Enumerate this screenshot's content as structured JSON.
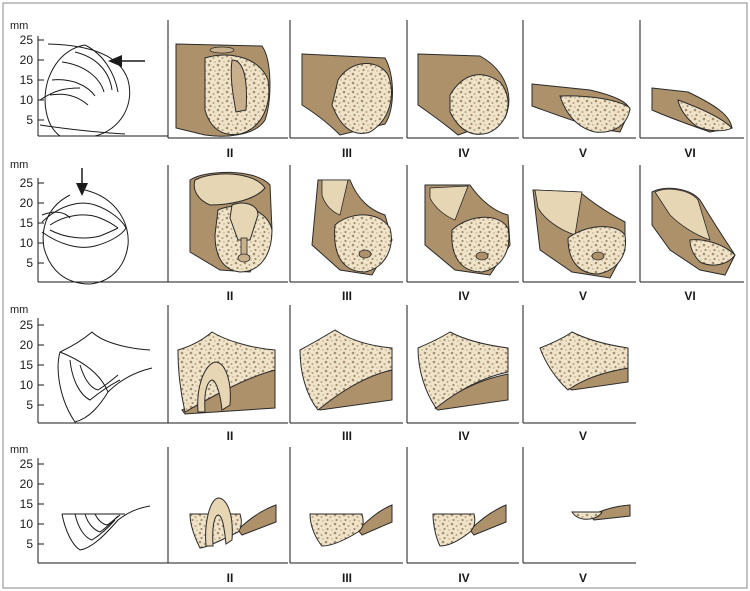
{
  "axis": {
    "unit": "mm",
    "ticks": [
      "25",
      "20",
      "15",
      "10",
      "5"
    ]
  },
  "rows": [
    {
      "id": "row-1",
      "stages": [
        "II",
        "III",
        "IV",
        "V",
        "VI"
      ]
    },
    {
      "id": "row-2",
      "stages": [
        "II",
        "III",
        "IV",
        "V",
        "VI"
      ]
    },
    {
      "id": "row-3",
      "stages": [
        "II",
        "III",
        "IV",
        "V"
      ]
    },
    {
      "id": "row-4",
      "stages": [
        "II",
        "III",
        "IV",
        "V"
      ]
    }
  ],
  "colors": {
    "bone_light": "#efe3c9",
    "bone_dark": "#ad916b",
    "bone_mid": "#c9b08c",
    "trabecula": "#a58e6c",
    "outline": "#2a2a2a",
    "frame": "#8a8a8a"
  }
}
